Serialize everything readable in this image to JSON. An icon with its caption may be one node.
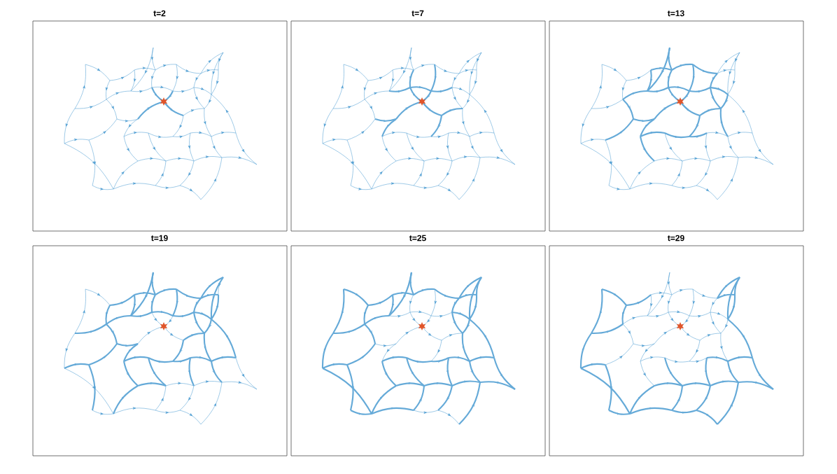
{
  "diagram": {
    "labels": [
      "t=2",
      "t=7",
      "t=13",
      "t=19",
      "t=25",
      "t=29"
    ]
  }
}
